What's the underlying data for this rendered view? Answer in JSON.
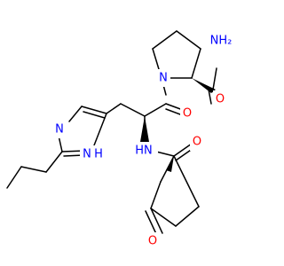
{
  "atoms": {
    "amide_nh2": {
      "text": "NH₂",
      "color": "#0000ff"
    },
    "amide_o": {
      "text": "O",
      "color": "#ff0000"
    },
    "pro_n": {
      "text": "N",
      "color": "#0000ff"
    },
    "his_co_o": {
      "text": "O",
      "color": "#ff0000"
    },
    "imid_n": {
      "text": "N",
      "color": "#0000ff"
    },
    "imid_nh": {
      "text": "N",
      "color": "#0000ff"
    },
    "imid_nh_h": {
      "text": "H",
      "color": "#0000ff"
    },
    "alpha_nh": {
      "text": "HN",
      "color": "#0000ff"
    },
    "cpent_co_o": {
      "text": "O",
      "color": "#ff0000"
    },
    "ketone_o": {
      "text": "O",
      "color": "#ff0000"
    }
  }
}
